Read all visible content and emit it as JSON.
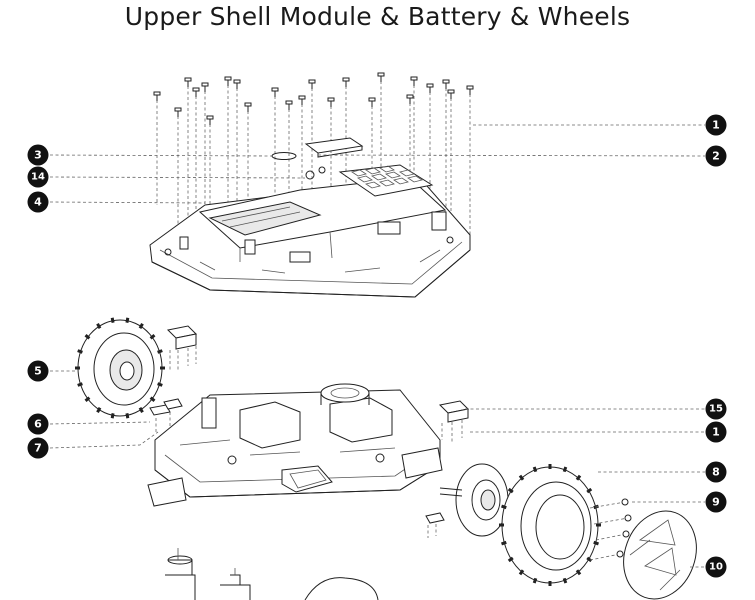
{
  "title": "Upper Shell Module & Battery & Wheels",
  "callouts": [
    {
      "id": "c-1a",
      "label": "1"
    },
    {
      "id": "c-2",
      "label": "2"
    },
    {
      "id": "c-3",
      "label": "3"
    },
    {
      "id": "c-14",
      "label": "14"
    },
    {
      "id": "c-4",
      "label": "4"
    },
    {
      "id": "c-5",
      "label": "5"
    },
    {
      "id": "c-6",
      "label": "6"
    },
    {
      "id": "c-7",
      "label": "7"
    },
    {
      "id": "c-15",
      "label": "15"
    },
    {
      "id": "c-1b",
      "label": "1"
    },
    {
      "id": "c-8",
      "label": "8"
    },
    {
      "id": "c-9",
      "label": "9"
    },
    {
      "id": "c-10",
      "label": "10"
    }
  ]
}
